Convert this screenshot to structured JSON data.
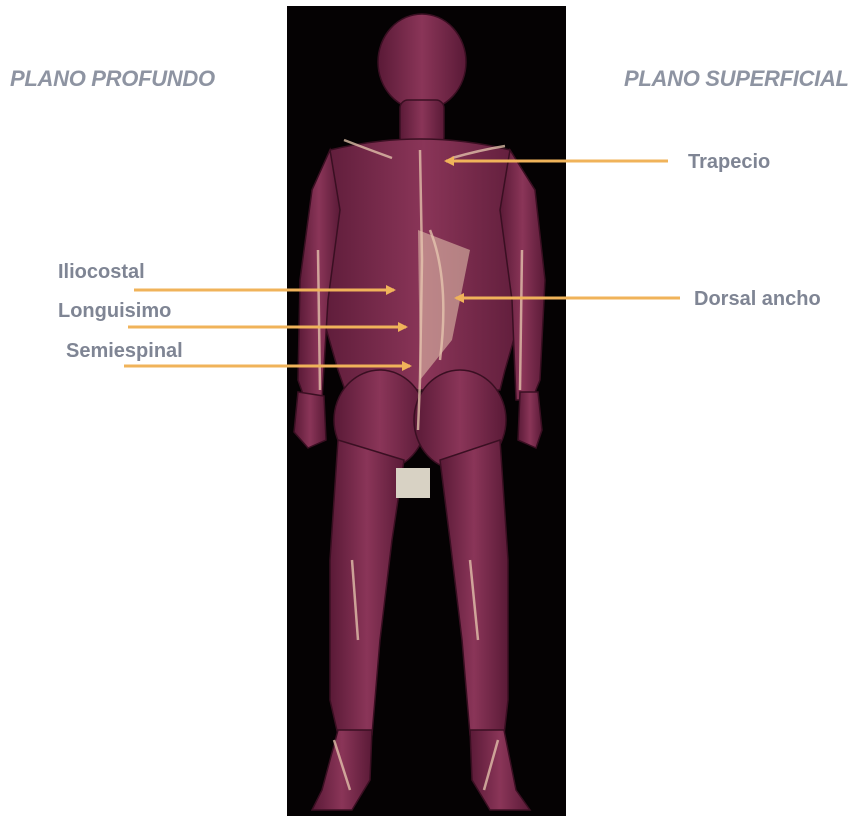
{
  "headings": {
    "left": "PLANO PROFUNDO",
    "right": "PLANO SUPERFICIAL"
  },
  "labels": {
    "trapecio": "Trapecio",
    "dorsal_ancho": "Dorsal ancho",
    "iliocostal": "Iliocostal",
    "longuisimo": "Longuisimo",
    "semiespinal": "Semiespinal"
  },
  "colors": {
    "arrow": "#f0b35a",
    "label": "#7f8594",
    "heading": "#8e94a2",
    "photo_bg": "#050203",
    "muscle": "#7a2a4a",
    "muscle_dark": "#4e1630",
    "fascia": "#e8c9b0"
  }
}
